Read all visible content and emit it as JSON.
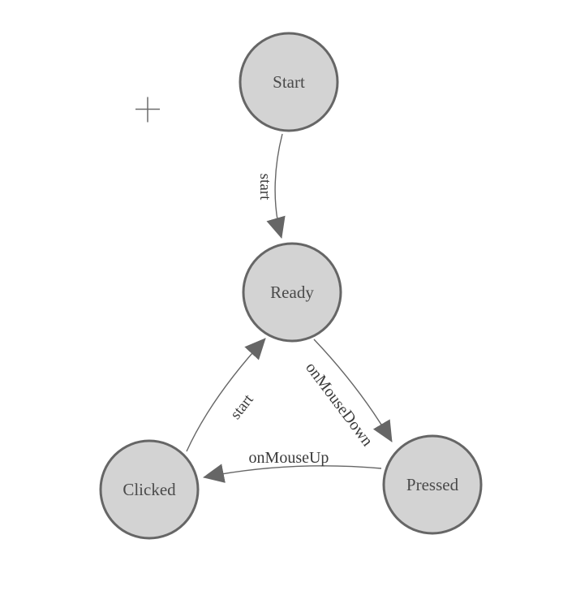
{
  "colors": {
    "background": "#ffffff",
    "node_fill": "#d3d3d3",
    "node_stroke": "#666666",
    "edge_stroke": "#666666",
    "arrow_fill": "#666666",
    "node_label": "#4a4a4a",
    "edge_label": "#3b3b3b",
    "origin_cross": "#6b6b6b"
  },
  "diagram": {
    "type": "finite-state-machine",
    "nodes": [
      {
        "id": "start",
        "label": "Start"
      },
      {
        "id": "ready",
        "label": "Ready"
      },
      {
        "id": "clicked",
        "label": "Clicked"
      },
      {
        "id": "pressed",
        "label": "Pressed"
      }
    ],
    "edges": [
      {
        "from": "start",
        "to": "ready",
        "label": "start"
      },
      {
        "from": "ready",
        "to": "pressed",
        "label": "onMouseDown"
      },
      {
        "from": "pressed",
        "to": "clicked",
        "label": "onMouseUp"
      },
      {
        "from": "clicked",
        "to": "ready",
        "label": "start"
      }
    ]
  }
}
